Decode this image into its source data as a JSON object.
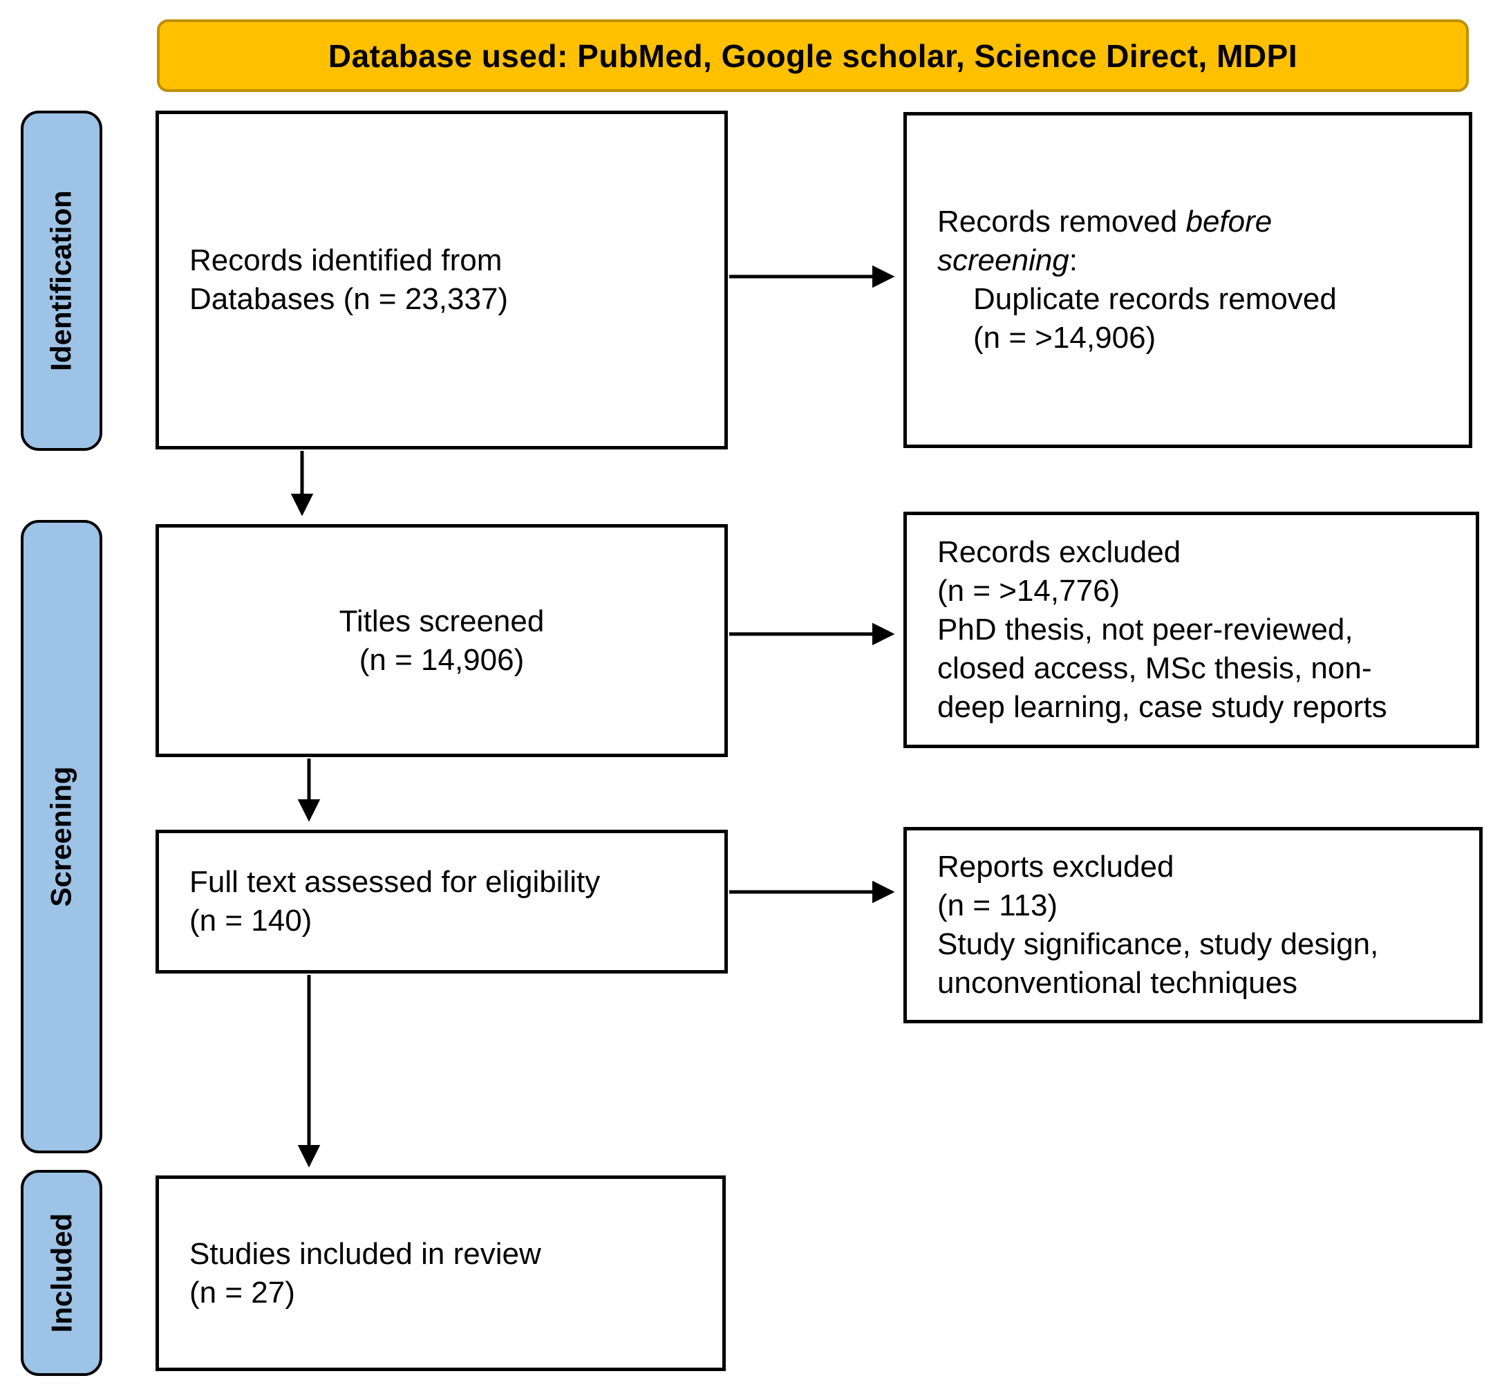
{
  "header": {
    "label": "Database used: PubMed, Google scholar, Science Direct, MDPI"
  },
  "stages": [
    {
      "label": "Identification"
    },
    {
      "label": "Screening"
    },
    {
      "label": "Included"
    }
  ],
  "boxes": {
    "records_identified": {
      "line1": "Records identified from",
      "line2": "Databases (n = 23,337)"
    },
    "records_removed": {
      "line1_regular": "Records removed ",
      "line1_italic": "before",
      "line2_italic": "screening",
      "line2_regular": ":",
      "line3": "Duplicate records removed",
      "line4": "(n = >14,906)"
    },
    "titles_screened": {
      "line1": "Titles screened",
      "line2": "(n = 14,906)"
    },
    "records_excluded": {
      "line1": "Records excluded",
      "line2": "(n = >14,776)",
      "line3": "PhD thesis, not peer-reviewed,",
      "line4": "closed access, MSc thesis, non-",
      "line5": "deep learning, case study reports"
    },
    "full_text_assessed": {
      "line1": "Full text assessed for eligibility",
      "line2": "(n = 140)"
    },
    "reports_excluded": {
      "line1": "Reports excluded",
      "line2": "(n = 113)",
      "line3": "Study significance, study design,",
      "line4": "unconventional techniques"
    },
    "studies_included": {
      "line1": "Studies included in review",
      "line2": "(n = 27)"
    }
  },
  "connections": [
    {
      "from": "records_identified",
      "to": "records_removed",
      "direction": "right"
    },
    {
      "from": "records_identified",
      "to": "titles_screened",
      "direction": "down"
    },
    {
      "from": "titles_screened",
      "to": "records_excluded",
      "direction": "right"
    },
    {
      "from": "titles_screened",
      "to": "full_text_assessed",
      "direction": "down"
    },
    {
      "from": "full_text_assessed",
      "to": "reports_excluded",
      "direction": "right"
    },
    {
      "from": "full_text_assessed",
      "to": "studies_included",
      "direction": "down"
    }
  ],
  "colors": {
    "header_fill": "#FFC000",
    "header_border": "#BF9000",
    "stage_fill": "#9DC3E6",
    "stage_border": "#000000",
    "box_border": "#000000",
    "arrow": "#000000",
    "text": "#000000"
  }
}
